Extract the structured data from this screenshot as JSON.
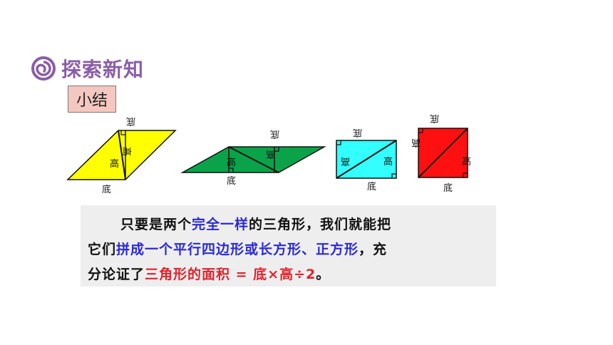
{
  "header": {
    "icon": "spiral-icon",
    "title": "探索新知"
  },
  "summary_tag": {
    "label": "小结"
  },
  "figures": {
    "base_label": "底",
    "height_label": "高",
    "colors": {
      "yellow": "#ffff00",
      "green": "#0aa34a",
      "cyan": "#33ffff",
      "red": "#ff1010"
    }
  },
  "text": {
    "l1_a": "只要是两个",
    "l1_b": "完全一样",
    "l1_c": "的三角形，我们就能把",
    "l2_a": "它们",
    "l2_b": "拼成一个平行四边形或长方形、正方形",
    "l2_c": "，充",
    "l3_a": "分论证了",
    "l3_b": "三角形的面积 = 底×高÷2",
    "l3_c": "。"
  }
}
